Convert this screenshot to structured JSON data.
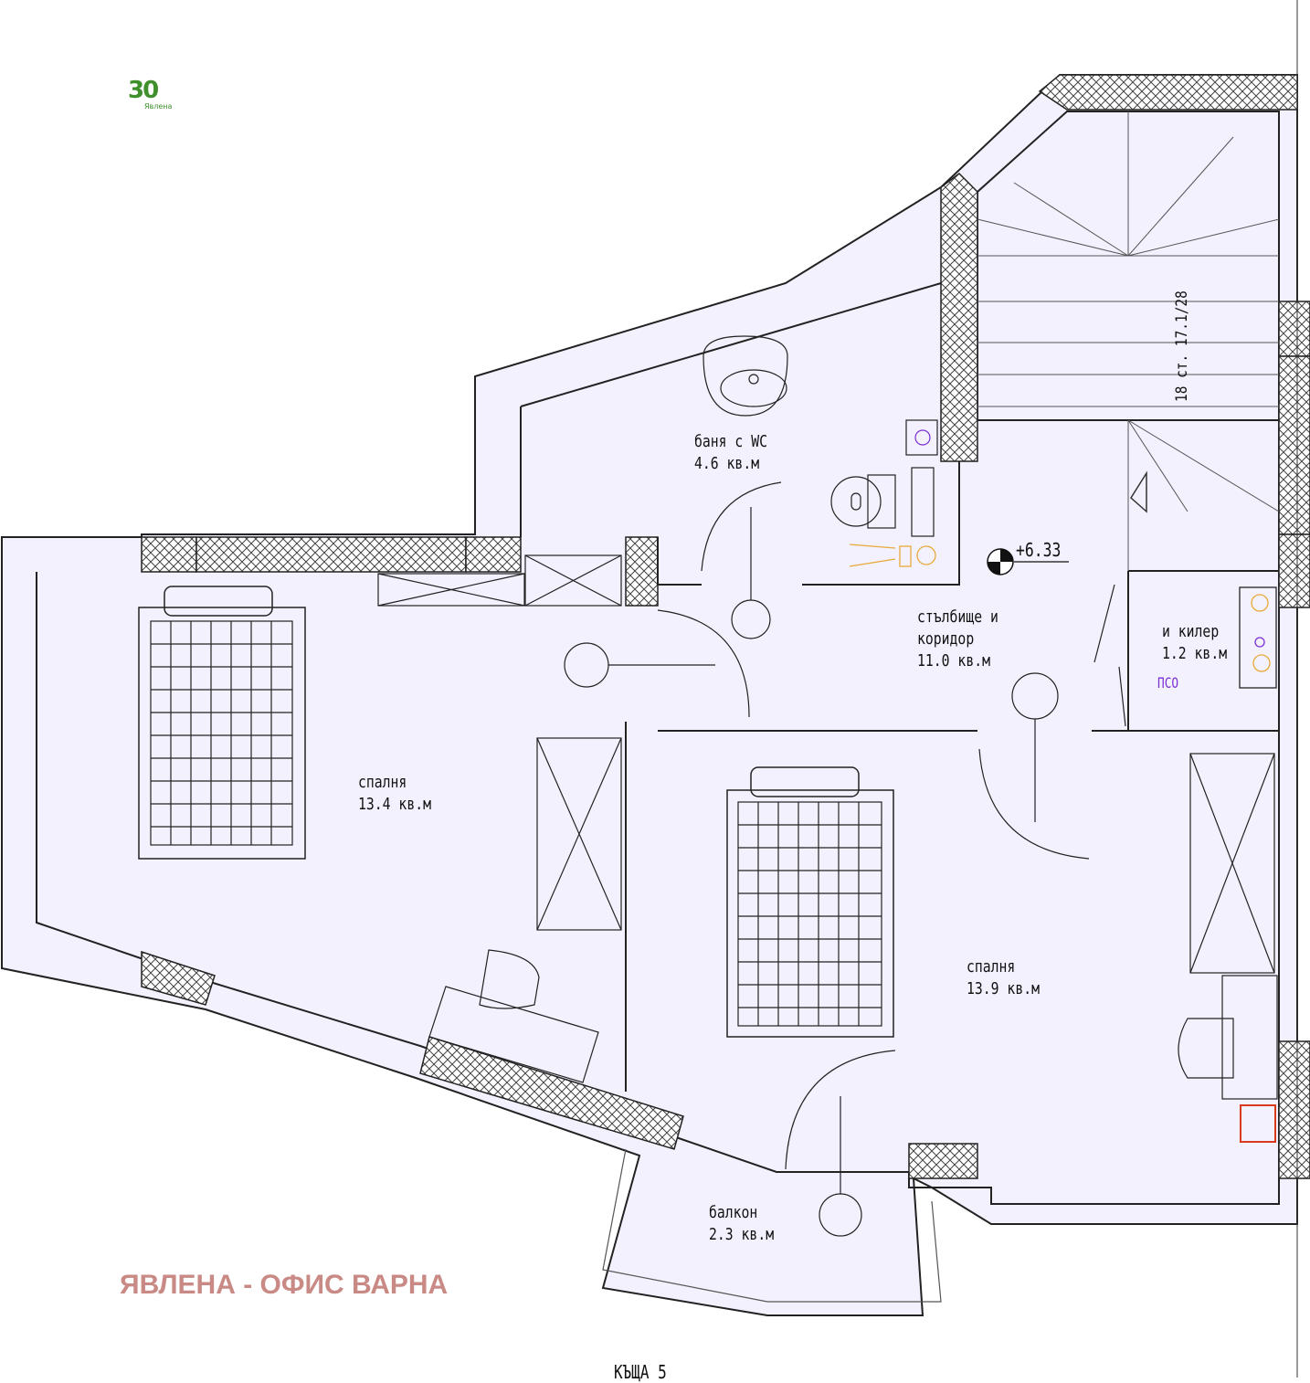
{
  "rooms": {
    "bathroom": {
      "name": "баня с WC",
      "area": "4.6 кв.м"
    },
    "corridor": {
      "name_line1": "стълбище и",
      "name_line2": "коридор",
      "area": "11.0 кв.м"
    },
    "storage": {
      "name": "и килер",
      "area": "1.2 кв.м"
    },
    "bedroom_left": {
      "name": "спалня",
      "area": "13.4 кв.м"
    },
    "bedroom_right": {
      "name": "спалня",
      "area": "13.9 кв.м"
    },
    "balcony": {
      "name": "балкон",
      "area": "2.3 кв.м"
    }
  },
  "level_mark": "+6.33",
  "stair_note": "18 ст. 17.1/28",
  "shaft_label": "ПСО",
  "bottom_label": "КЪЩА 5",
  "logo": {
    "number": "30",
    "text": "Явлена"
  },
  "watermark": "ЯВЛЕНА - ОФИС ВАРНА",
  "colors": {
    "floor": "#f3f1fd",
    "wall_hatch": "#555555",
    "watermark": "#c98a85",
    "logo": "#3f8f2c",
    "fixtures": "#e8a93a",
    "shaft": "#7a2fd6",
    "heater": "#d9391c"
  }
}
